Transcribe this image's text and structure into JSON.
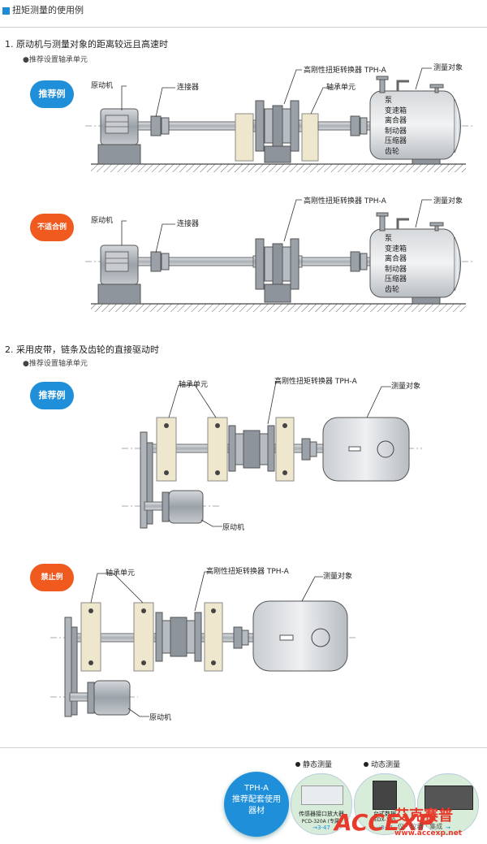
{
  "header": {
    "title": "扭矩测量的使用例"
  },
  "section1": {
    "heading": "1.   原动机与测量对象的距离较远且高速时",
    "note": "●推荐设置轴承单元",
    "recommended": {
      "badge": "推荐例",
      "motor": "原动机",
      "coupling": "连接器",
      "transducer": "高刚性扭矩转换器 TPH-A",
      "bearing": "轴承单元",
      "target": "测量对象",
      "objects": [
        "泵",
        "变速箱",
        "离合器",
        "制动器",
        "压缩器",
        "齿轮"
      ]
    },
    "bad": {
      "badge": "不适合例",
      "motor": "原动机",
      "coupling": "连接器",
      "transducer": "高刚性扭矩转换器 TPH-A",
      "target": "测量对象",
      "objects": [
        "泵",
        "变速箱",
        "离合器",
        "制动器",
        "压缩器",
        "齿轮"
      ]
    }
  },
  "section2": {
    "heading": "2.   采用皮带，链条及齿轮的直接驱动时",
    "note": "●推荐设置轴承单元",
    "recommended": {
      "badge": "推荐例",
      "bearing": "轴承单元",
      "transducer": "高刚性扭矩转换器 TPH-A",
      "target": "测量对象",
      "motor": "原动机"
    },
    "forbidden": {
      "badge": "禁止例",
      "bearing": "轴承单元",
      "transducer": "高刚性扭矩转换器 TPH-A",
      "target": "测量对象",
      "motor": "原动机"
    }
  },
  "footer": {
    "tph_lines": [
      "TPH-A",
      "推荐配套使用",
      "器材"
    ],
    "static_label": "静态测量",
    "dynamic_label": "动态测量",
    "products": [
      {
        "name": "传感器接口放大器",
        "model": "PCD-320A (专属)",
        "page": "→3-47"
      },
      {
        "name": "台式数据",
        "model": "EDX-100",
        "page": "→3-91"
      },
      {
        "name": "",
        "model": "",
        "page": "→"
      }
    ]
  },
  "watermark": {
    "logo": "ACCEXP",
    "brand": "艾克赛普",
    "tagline": "仪 · 仪器 · 集成",
    "url": "www.accexp.net"
  },
  "colors": {
    "accent_blue": "#1e8fd8",
    "warning_orange": "#f05a1e",
    "machine_gray": "#aeb4bb",
    "bearing_beige": "#efe7cd"
  }
}
